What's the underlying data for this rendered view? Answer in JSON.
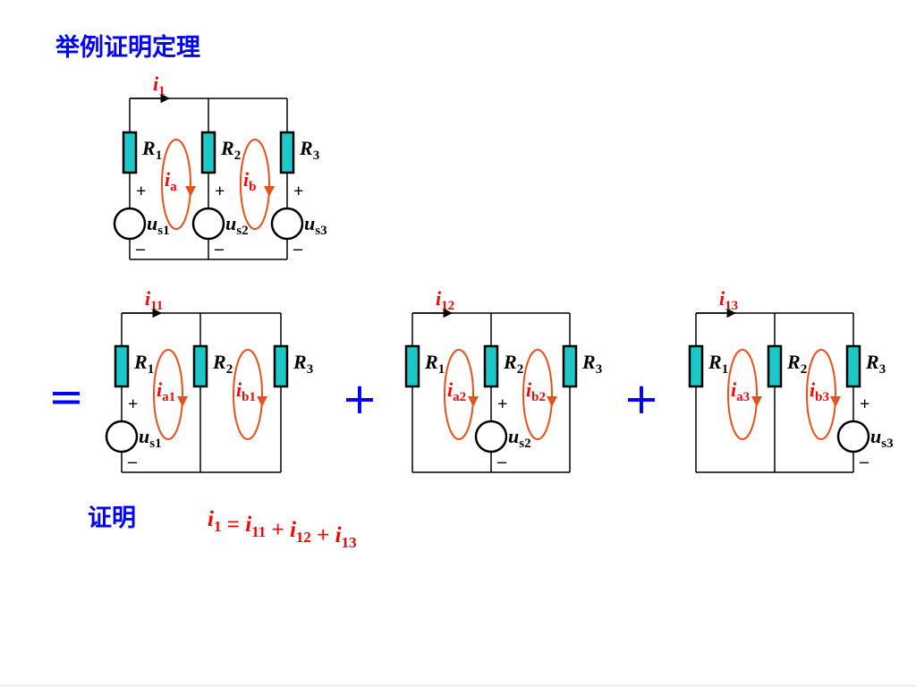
{
  "title": "举例证明定理",
  "proof_label": "证明",
  "operators": {
    "equals": "=",
    "plus": "+"
  },
  "colors": {
    "title": "#0000ff",
    "current": "#ff0000",
    "loop": "#e8501c",
    "resistor_fill": "#1fc8c8",
    "wire": "#000000",
    "text": "#000000"
  },
  "signs": {
    "plus": "+",
    "minus": "–"
  },
  "symbols": {
    "current": "i",
    "resistor": "R",
    "source": "u"
  },
  "circuits": [
    {
      "id": "original",
      "branch_current": {
        "sub": "1"
      },
      "resistors": [
        "1",
        "2",
        "3"
      ],
      "loops": [
        "a",
        "b"
      ],
      "sources": [
        "s1",
        "s2",
        "s3"
      ]
    },
    {
      "id": "sub1",
      "branch_current": {
        "sub": "11"
      },
      "resistors": [
        "1",
        "2",
        "3"
      ],
      "loops": [
        "a1",
        "b1"
      ],
      "sources": [
        "s1"
      ]
    },
    {
      "id": "sub2",
      "branch_current": {
        "sub": "12"
      },
      "resistors": [
        "1",
        "2",
        "3"
      ],
      "loops": [
        "a2",
        "b2"
      ],
      "sources": [
        "s2"
      ]
    },
    {
      "id": "sub3",
      "branch_current": {
        "sub": "13"
      },
      "resistors": [
        "1",
        "2",
        "3"
      ],
      "loops": [
        "a3",
        "b3"
      ],
      "sources": [
        "s3"
      ]
    }
  ],
  "equation": {
    "terms": [
      {
        "sym": "i",
        "sub": "1"
      },
      {
        "op": "="
      },
      {
        "sym": "i",
        "sub": "11"
      },
      {
        "op": "+"
      },
      {
        "sym": "i",
        "sub": "12"
      },
      {
        "op": "+"
      },
      {
        "sym": "i",
        "sub": "13"
      }
    ]
  }
}
